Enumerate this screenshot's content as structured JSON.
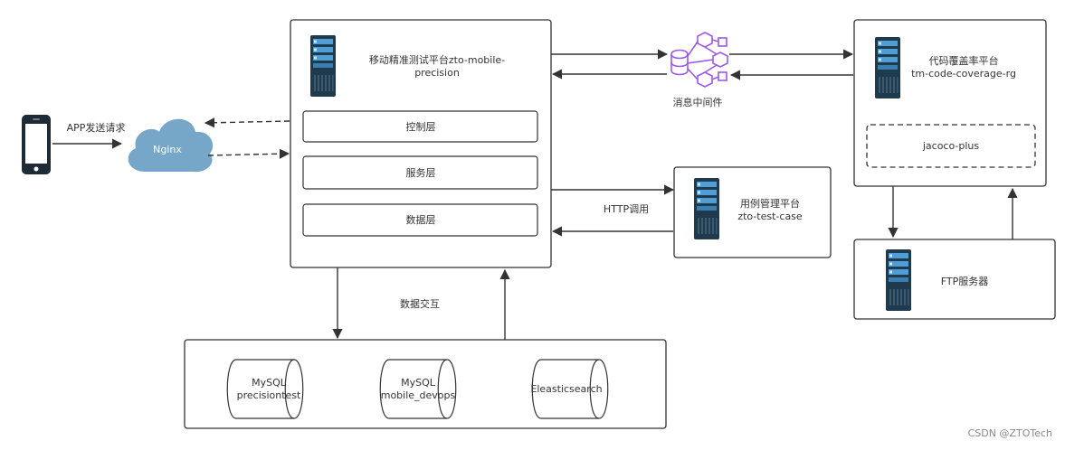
{
  "app": {
    "label": "APP发送请求"
  },
  "nginx": {
    "label": "Nginx",
    "color": "#76a7c8"
  },
  "precision_platform": {
    "title_line1": "移动精准测试平台zto-mobile-",
    "title_line2": "precision",
    "layers": [
      "控制层",
      "服务层",
      "数据层"
    ]
  },
  "message_middleware": {
    "label": "消息中间件",
    "color": "#9b59e8"
  },
  "coverage_platform": {
    "title_line1": "代码覆盖率平台",
    "title_line2": "tm-code-coverage-rg",
    "inner_box": "jacoco-plus"
  },
  "test_case_platform": {
    "title_line1": "用例管理平台",
    "title_line2": "zto-test-case"
  },
  "http_call": {
    "label": "HTTP调用"
  },
  "ftp_server": {
    "label": "FTP服务器"
  },
  "data_exchange": {
    "label": "数据交互"
  },
  "databases": [
    {
      "line1": "MySQL",
      "line2": "precisiontest"
    },
    {
      "line1": "MySQL",
      "line2": "mobile_devops"
    },
    {
      "line1": "Eleasticsearch",
      "line2": ""
    }
  ],
  "watermark": "CSDN @ZTOTech",
  "colors": {
    "server_dark": "#1f3a4d",
    "server_accent": "#4f9ed6",
    "line": "#333333"
  }
}
